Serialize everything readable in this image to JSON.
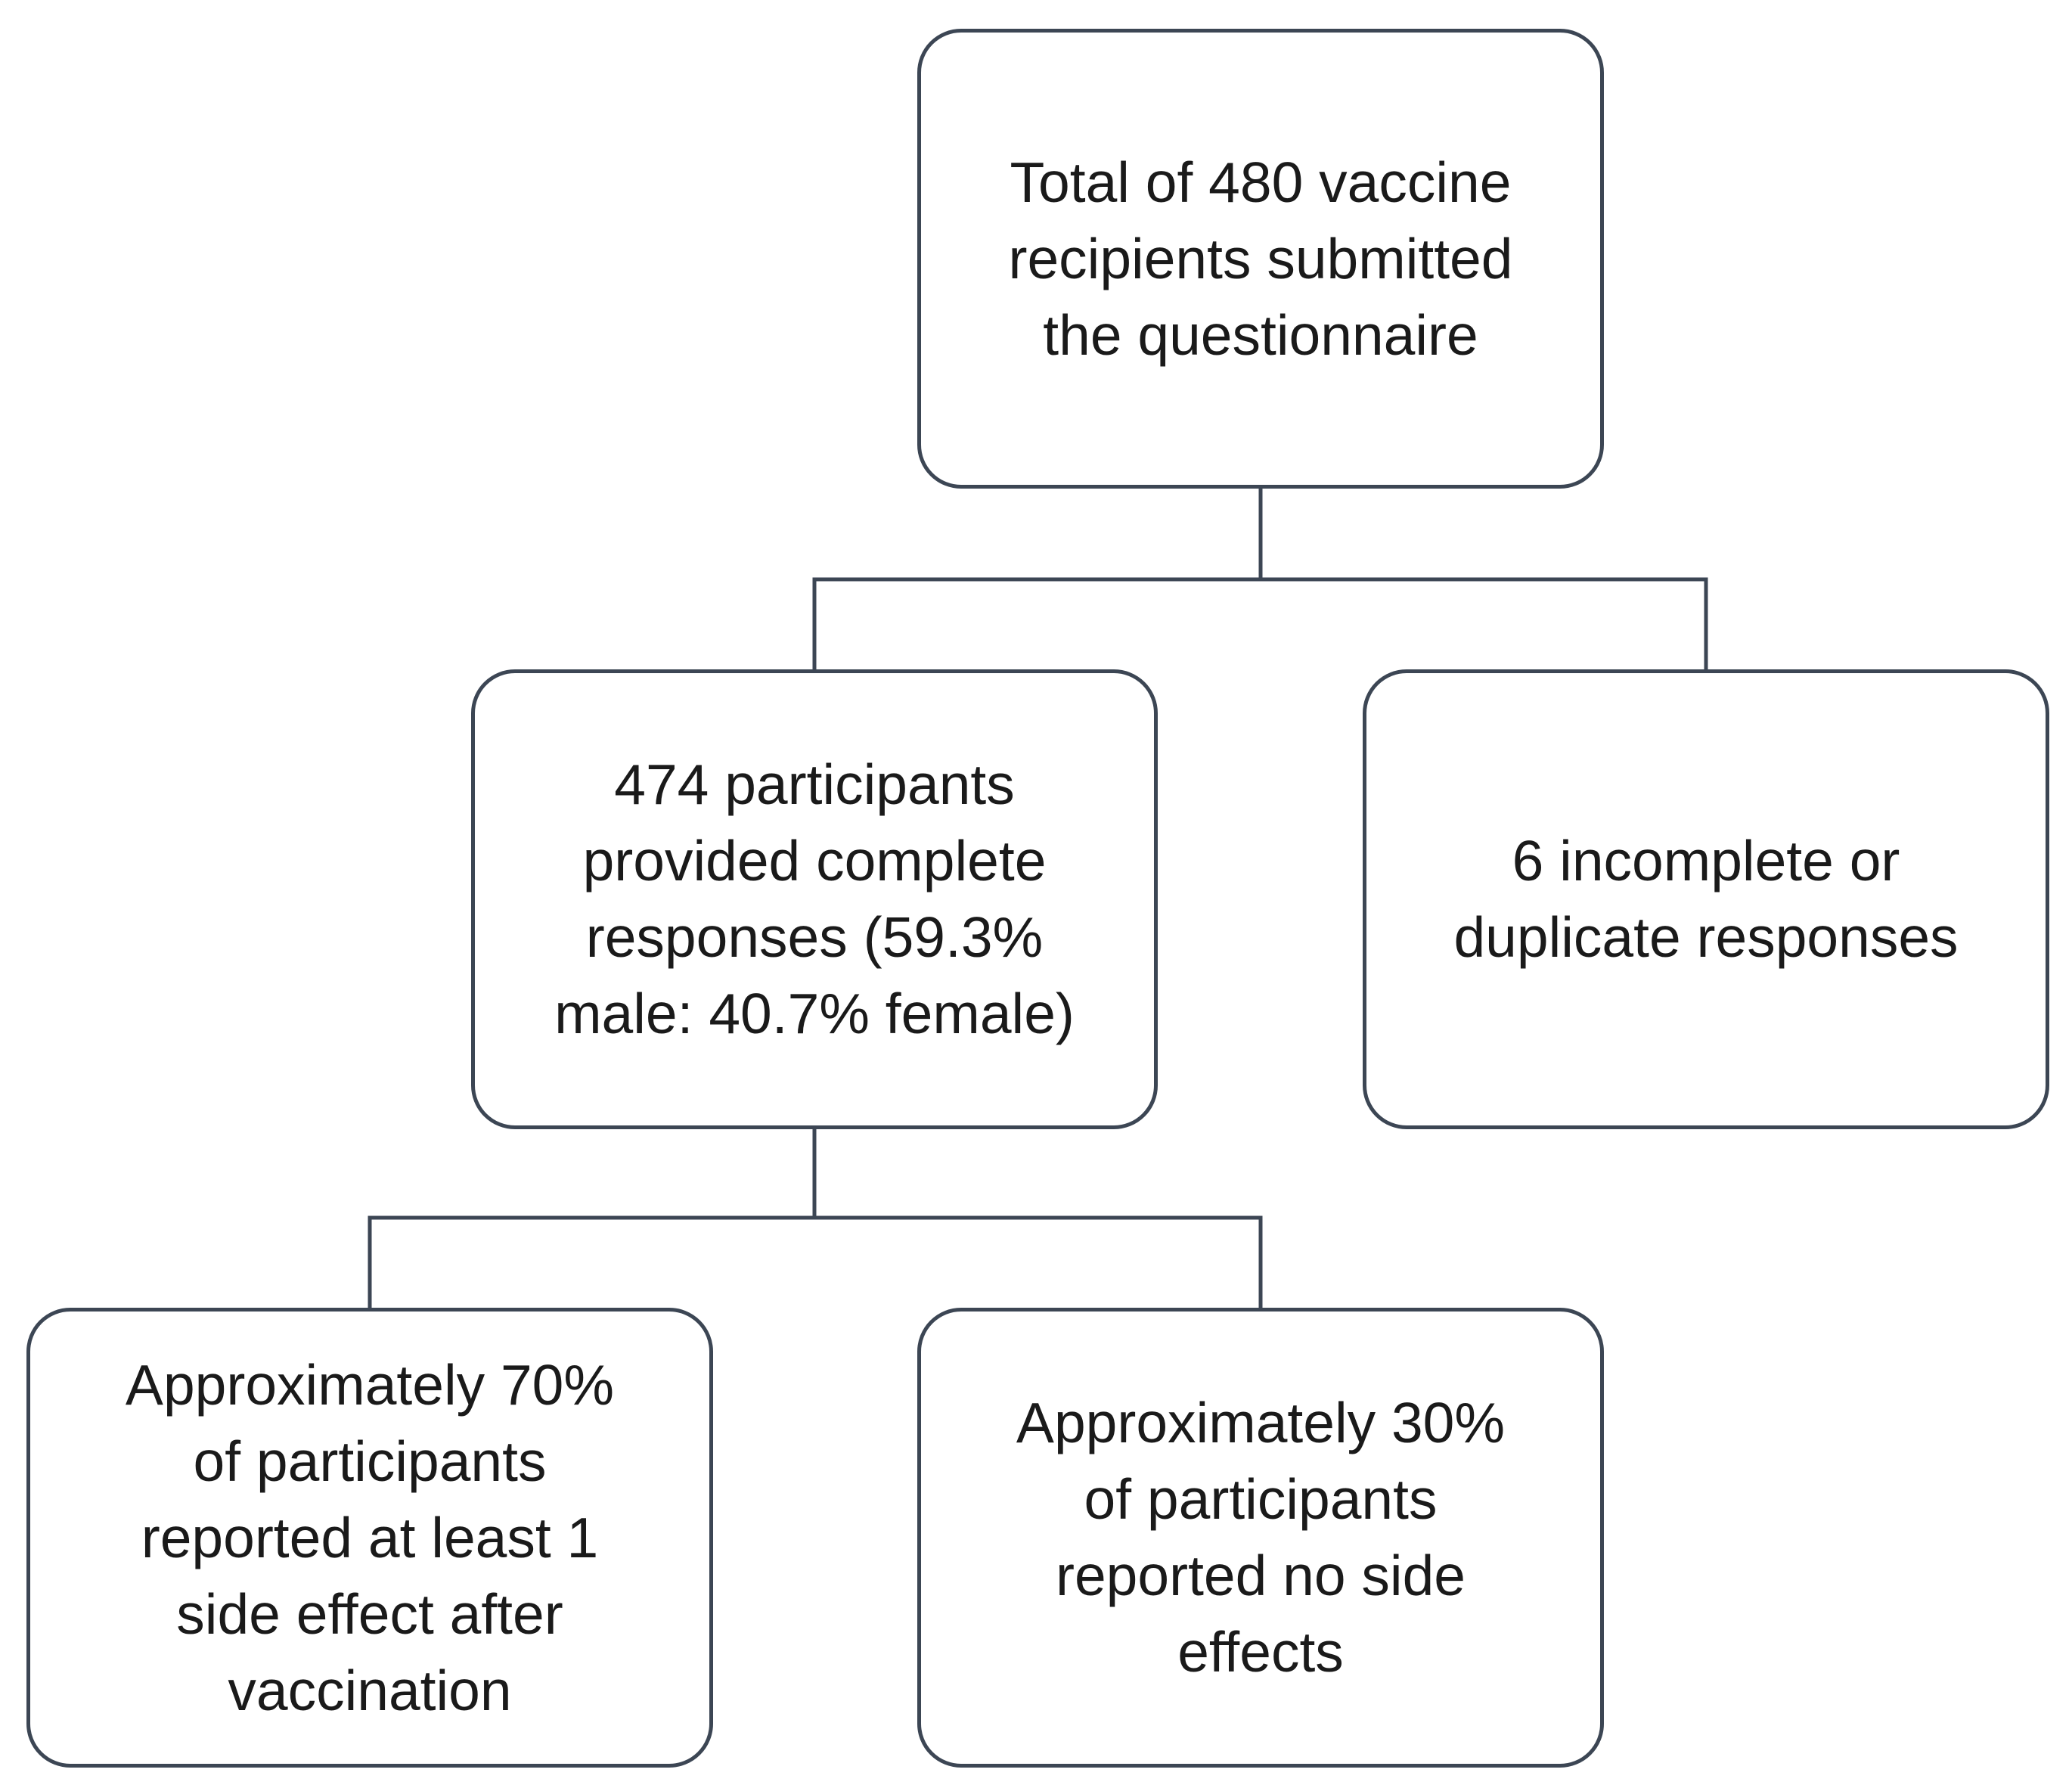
{
  "diagram": {
    "nodes": {
      "root": {
        "text": "Total of 480 vaccine\nrecipients submitted\nthe questionnaire"
      },
      "complete": {
        "text": "474 participants\nprovided complete\nresponses (59.3%\nmale: 40.7% female)"
      },
      "excluded": {
        "text": "6 incomplete or\nduplicate responses"
      },
      "side_effects": {
        "text": "Approximately 70%\nof participants\nreported at least 1\nside effect after\nvaccination"
      },
      "no_side_effects": {
        "text": "Approximately 30%\nof participants\nreported no side\neffects"
      }
    },
    "edges": [
      {
        "from": "root",
        "to": "complete"
      },
      {
        "from": "root",
        "to": "excluded"
      },
      {
        "from": "complete",
        "to": "side_effects"
      },
      {
        "from": "complete",
        "to": "no_side_effects"
      }
    ],
    "colors": {
      "border": "#3c4654",
      "text": "#1a1a1a",
      "background": "#ffffff"
    }
  }
}
